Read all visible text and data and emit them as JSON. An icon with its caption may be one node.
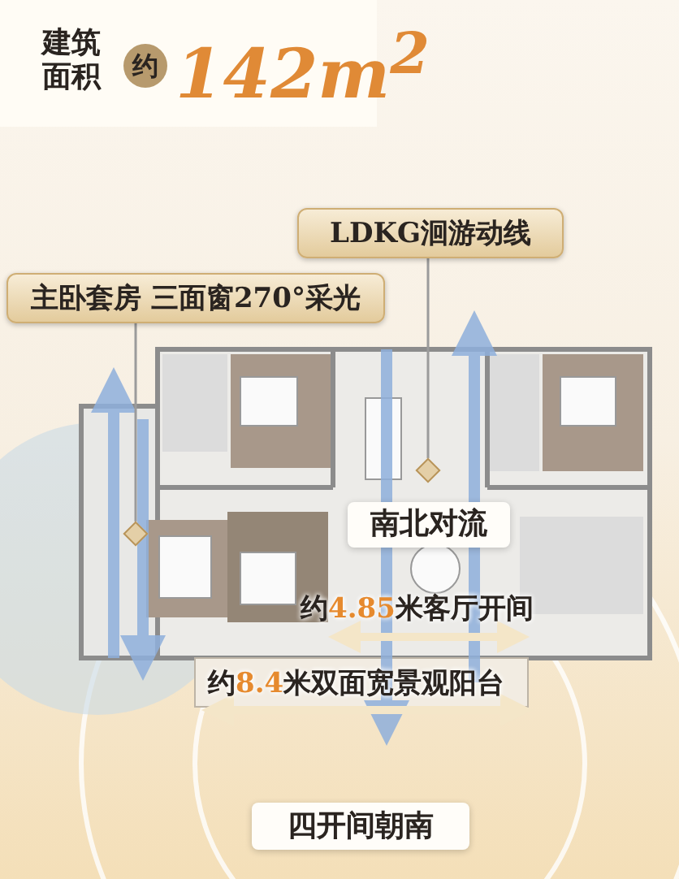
{
  "diagram": {
    "nodes": [
      {
        "text": [
          "主卧套房 三面窗270°采光"
        ]
      },
      {
        "text": [
          "LDKG洄游动线"
        ]
      },
      {
        "text": [],
        "shape": "diamond"
      },
      {
        "text": [],
        "shape": "diamond"
      }
    ],
    "edges": [
      {
        "from": 0,
        "to": 2,
        "arrow": "none"
      },
      {
        "from": 1,
        "to": 3,
        "arrow": "none"
      }
    ],
    "labels": [
      "建筑面积",
      "约",
      "142m$^{2}$",
      "南北对流",
      "约4.85米客厅开间",
      "约8.4米双面宽景观阳台",
      "四开间朝南"
    ]
  }
}
